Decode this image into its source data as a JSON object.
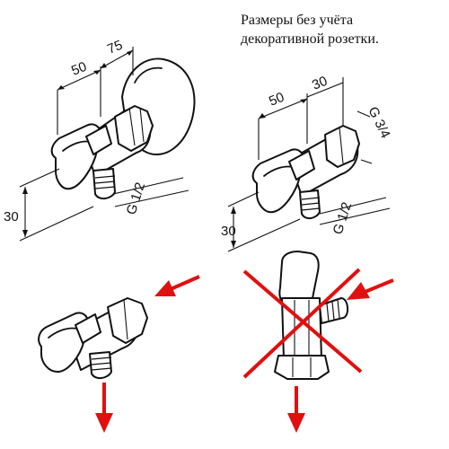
{
  "note": {
    "line1": "Размеры без учёта",
    "line2": "декоративной розетки."
  },
  "valve_left": {
    "dim_top_a": "50",
    "dim_top_b": "75",
    "dim_height": "30",
    "thread": "G 1/2"
  },
  "valve_right": {
    "dim_top_a": "50",
    "dim_top_b": "30",
    "dim_height": "30",
    "thread_bottom": "G 1/2",
    "thread_side": "G 3/4"
  },
  "colors": {
    "arrow": "#e01010",
    "cross": "#e01010",
    "line": "#111111"
  },
  "icons": {
    "correct_install": "valve-with-flow-arrows",
    "wrong_install": "crossed-out-valve"
  }
}
